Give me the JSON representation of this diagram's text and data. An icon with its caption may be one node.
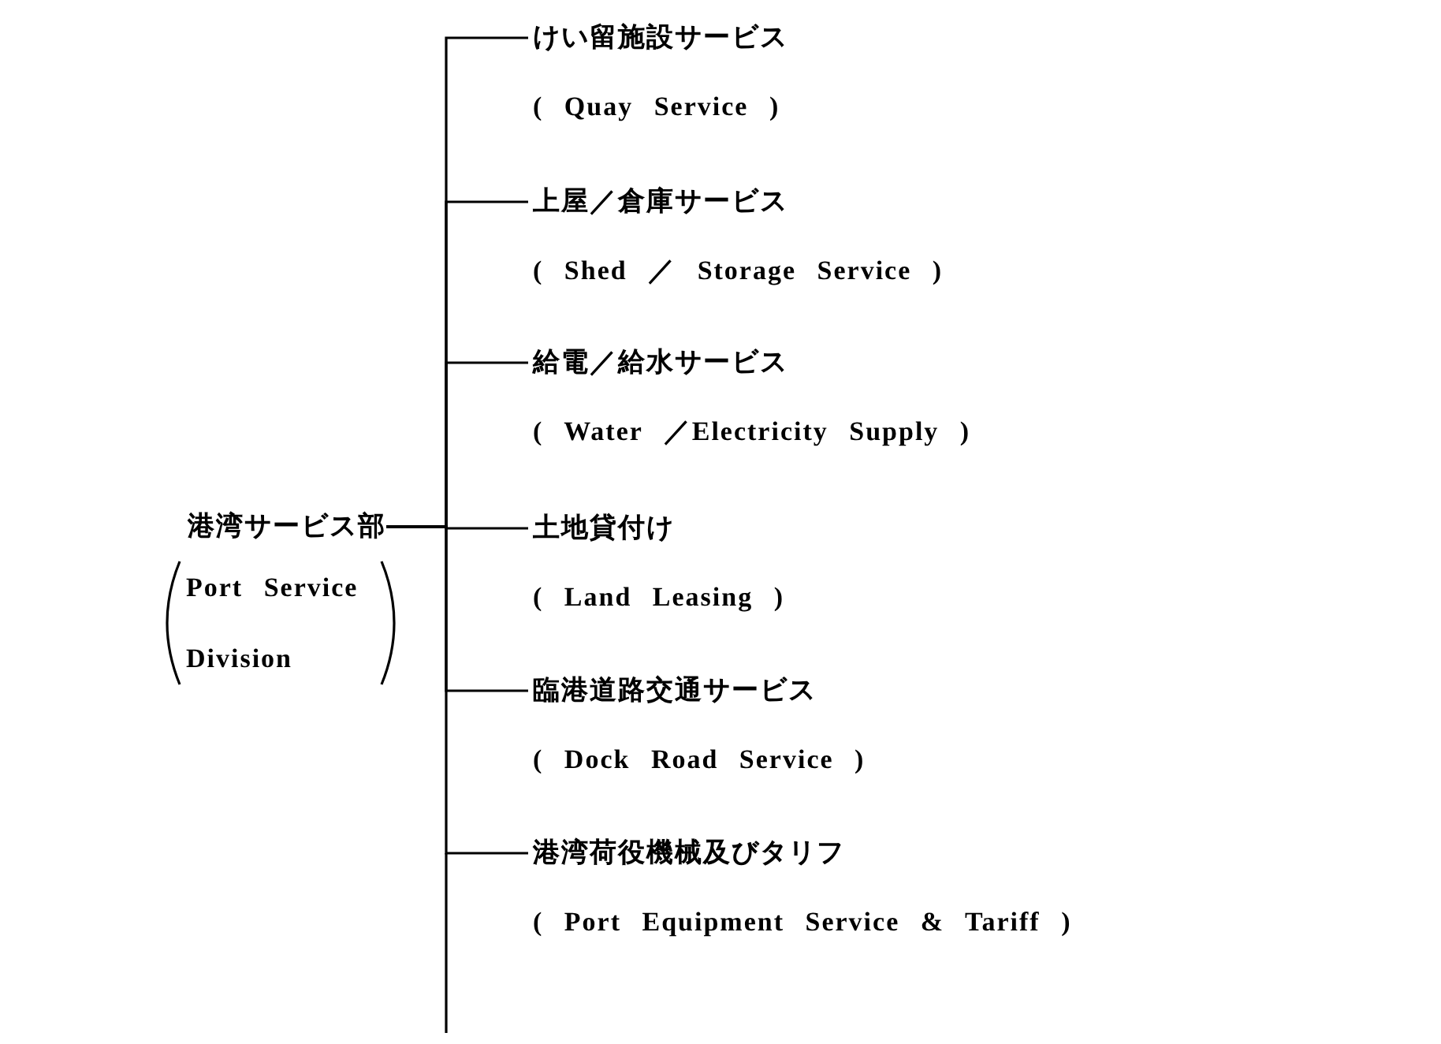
{
  "diagram": {
    "nodes": [
      {
        "text": [
          "港湾サービス部",
          "Port Service Division"
        ]
      },
      {
        "text": [
          "けい留施設サービス",
          "( Quay Service )"
        ]
      },
      {
        "text": [
          "上屋／倉庫サービス",
          "( Shed ／ Storage Service )"
        ]
      },
      {
        "text": [
          "給電／給水サービス",
          "( Water ／Electricity Supply )"
        ]
      },
      {
        "text": [
          "土地貸付け",
          "( Land Leasing )"
        ]
      },
      {
        "text": [
          "臨港道路交通サービス",
          "( Dock Road Service )"
        ]
      },
      {
        "text": [
          "港湾荷役機械及びタリフ",
          "( Port Equipment Service & Tariff )"
        ]
      }
    ],
    "edges": [
      {
        "from": 0,
        "to": 1,
        "arrow": "none"
      },
      {
        "from": 0,
        "to": 2,
        "arrow": "none"
      },
      {
        "from": 0,
        "to": 3,
        "arrow": "none"
      },
      {
        "from": 0,
        "to": 4,
        "arrow": "none"
      },
      {
        "from": 0,
        "to": 5,
        "arrow": "none"
      },
      {
        "from": 0,
        "to": 6,
        "arrow": "none"
      }
    ]
  }
}
